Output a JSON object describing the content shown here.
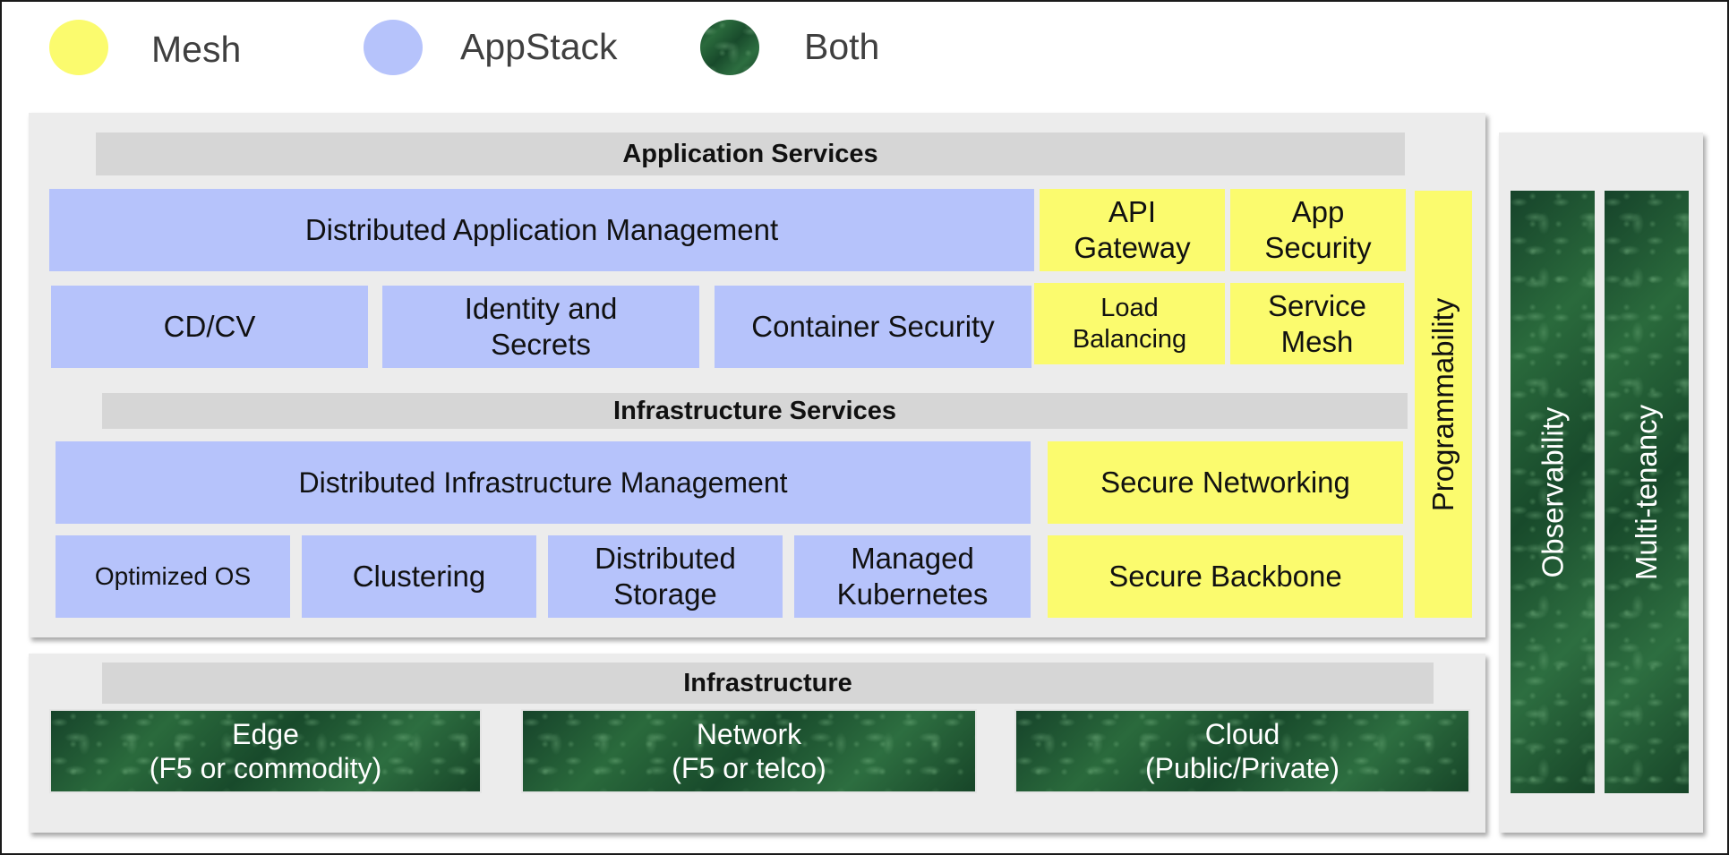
{
  "legend": [
    {
      "label": "Mesh",
      "color": "#fbfb6e"
    },
    {
      "label": "AppStack",
      "color": "#b6c3fb"
    },
    {
      "label": "Both",
      "color": "#1d4d2a"
    }
  ],
  "application_services": {
    "title": "Application Services",
    "distributed_application_management": "Distributed Application Management",
    "api_gateway": [
      "API",
      "Gateway"
    ],
    "app_security": [
      "App",
      "Security"
    ],
    "cd_cv": "CD/CV",
    "identity_and_secrets": [
      "Identity and",
      "Secrets"
    ],
    "container_security": "Container Security",
    "load_balancing": [
      "Load",
      "Balancing"
    ],
    "service_mesh": [
      "Service",
      "Mesh"
    ]
  },
  "infrastructure_services": {
    "title": "Infrastructure Services",
    "distributed_infrastructure_management": "Distributed Infrastructure Management",
    "secure_networking": "Secure Networking",
    "optimized_os": "Optimized OS",
    "clustering": "Clustering",
    "distributed_storage": [
      "Distributed",
      "Storage"
    ],
    "managed_kubernetes": [
      "Managed",
      "Kubernetes"
    ],
    "secure_backbone": "Secure Backbone"
  },
  "programmability": "Programmability",
  "infrastructure": {
    "title": "Infrastructure",
    "edge": [
      "Edge",
      "(F5 or commodity)"
    ],
    "network": [
      "Network",
      "(F5 or telco)"
    ],
    "cloud": [
      "Cloud",
      "(Public/Private)"
    ]
  },
  "observability": "Observability",
  "multi_tenancy": "Multi-tenancy"
}
